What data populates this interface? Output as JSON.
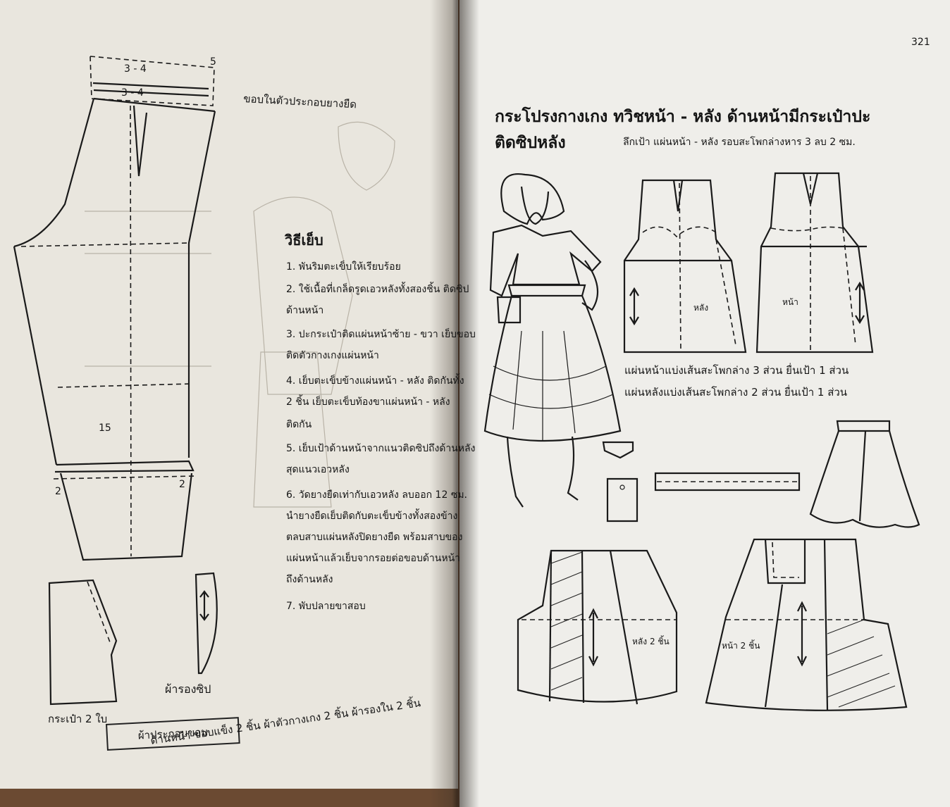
{
  "right_page": {
    "page_number": "321",
    "title_line1": "กระโปรงกางเกง   ทวิชหน้า - หลัง  ด้านหน้ามีกระเป๋าปะ",
    "title_line2": "ติดซิปหลัง",
    "subtitle": "ลึกเป้า      แผ่นหน้า - หลัง  รอบสะโพกล่างหาร 3 ลบ 2 ซม.",
    "label_back": "หลัง",
    "label_front": "หน้า",
    "note_front": "แผ่นหน้าแบ่งเส้นสะโพกล่าง 3 ส่วน  ยื่นเป้า 1 ส่วน",
    "note_back": "แผ่นหลังแบ่งเส้นสะโพกล่าง 2 ส่วน  ยื่นเป้า 1 ส่วน",
    "label_back_2": "หลัง 2 ชิ้น",
    "label_front_2": "หน้า 2 ชิ้น"
  },
  "left_page": {
    "measure_top": "3 - 4",
    "measure_mid": "3 - 4",
    "measure_5": "5",
    "measure_15": "15",
    "measure_2_left": "2",
    "measure_2_right": "2",
    "waistband_label": "ขอบในตัวประกอบยางยืด",
    "steps_title": "วิธีเย็บ",
    "steps": [
      "1.  พันริมตะเข็บให้เรียบร้อย",
      "2.  ใช้เนื้อที่เกล็ดรูดเอวหลังทั้งสองชิ้น ติดซิป",
      "     ด้านหน้า",
      "3.  ปะกระเป๋าติดแผ่นหน้าซ้าย - ขวา เย็บขอบ",
      "     ติดตัวกางเกงแผ่นหน้า",
      "4.  เย็บตะเข็บข้างแผ่นหน้า - หลัง ติดกันทั้ง",
      "     2 ชิ้น    เย็บตะเข็บท้องขาแผ่นหน้า - หลัง",
      "     ติดกัน",
      "5.  เย็บเป้าด้านหน้าจากแนวติดซิปถึงด้านหลัง",
      "     สุดแนวเอวหลัง",
      "6.  วัดยางยืดเท่ากับเอวหลัง  ลบออก 12 ซม.",
      "     นำยางยืดเย็บติดกับตะเข็บข้างทั้งสองข้าง",
      "     ตลบสาบแผ่นหลังปิดยางยืด พร้อมสาบของ",
      "     แผ่นหน้าแล้วเย็บจากรอยต่อขอบด้านหน้า",
      "     ถึงด้านหลัง",
      "7.  พับปลายขาสอบ"
    ],
    "pocket_label": "กระเป๋า 2 ใบ",
    "zip_facing_label": "ผ้ารองซิป",
    "waistband_box": "ผ้าประกอบขอบ",
    "bottom_caption": "ด้านหน้า  ขอบแข็ง 2 ชิ้น  ผ้าตัวกางเกง 2 ชิ้น  ผ้ารองใน 2 ชิ้น"
  }
}
